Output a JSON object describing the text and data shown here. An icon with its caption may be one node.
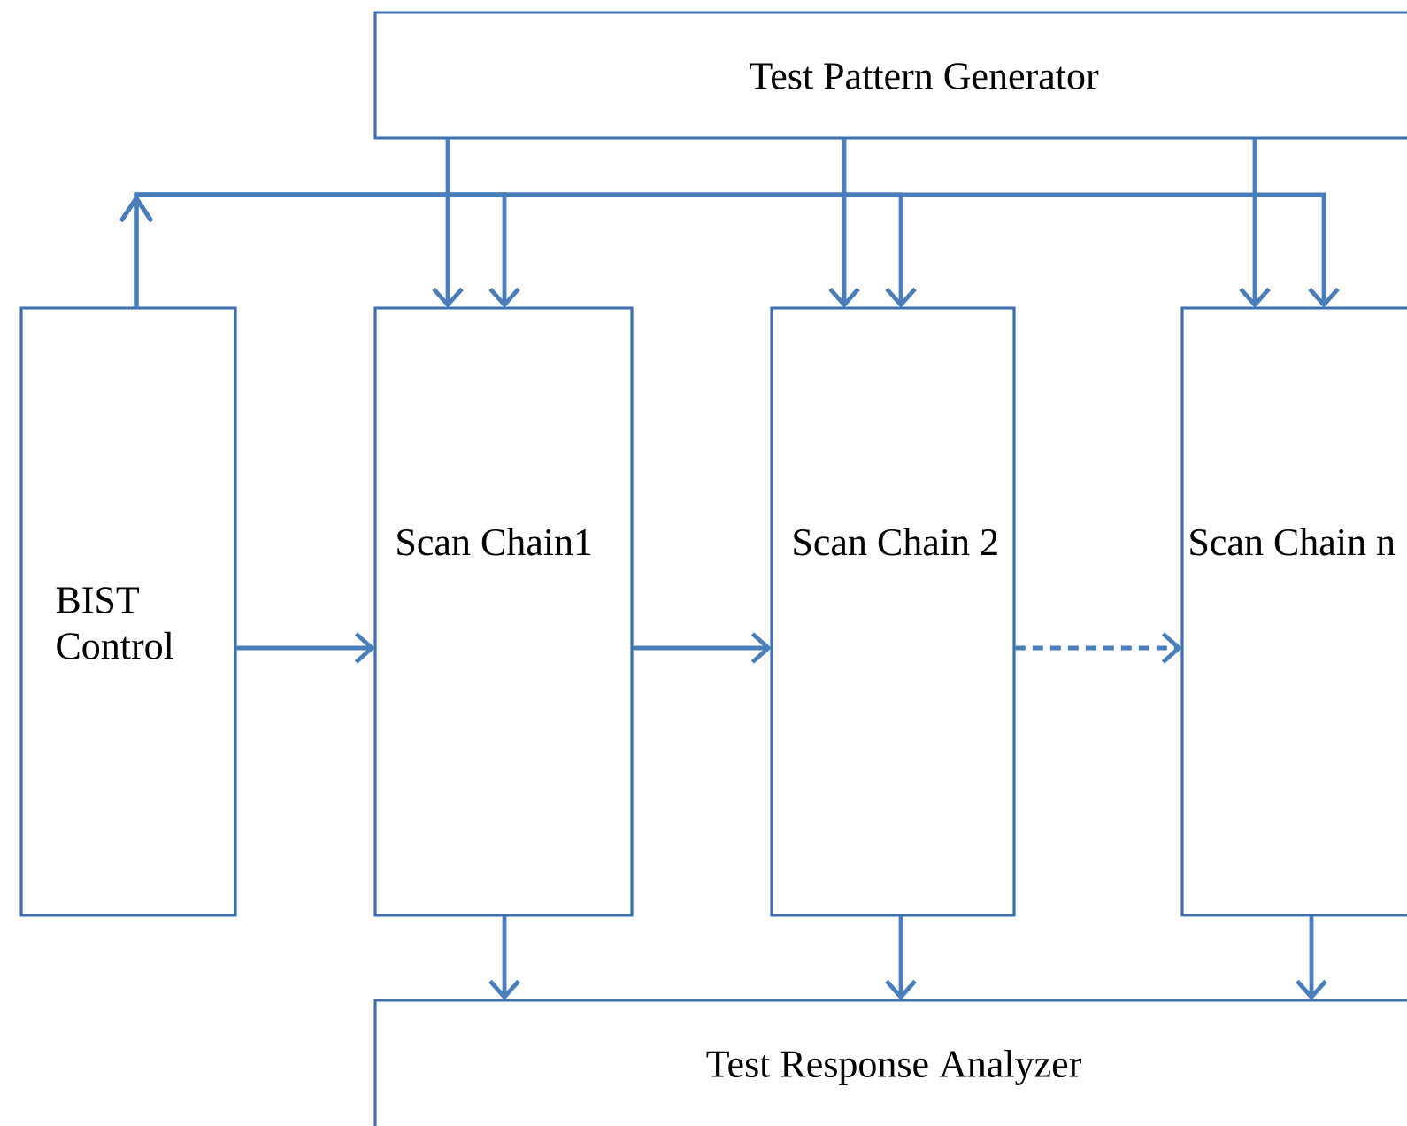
{
  "diagram": {
    "nodes": [
      {
        "text": [
          "Test Pattern Generator"
        ]
      },
      {
        "text": [
          "BIST Control"
        ]
      },
      {
        "text": [
          "Scan Chain1"
        ]
      },
      {
        "text": [
          "Scan Chain 2"
        ]
      },
      {
        "text": [
          "Scan Chain n"
        ]
      },
      {
        "text": [
          "Test Response Analyzer"
        ]
      }
    ],
    "edges": [
      {
        "from": 0,
        "to": 2,
        "arrow": "to"
      },
      {
        "from": 0,
        "to": 3,
        "arrow": "to"
      },
      {
        "from": 0,
        "to": 4,
        "arrow": "to"
      },
      {
        "from": 1,
        "to": 2,
        "arrow": "to"
      },
      {
        "from": 1,
        "to": 3,
        "arrow": "to"
      },
      {
        "from": 1,
        "to": 4,
        "arrow": "to"
      },
      {
        "from": 1,
        "to": 2,
        "arrow": "to"
      },
      {
        "from": 2,
        "to": 3,
        "arrow": "to"
      },
      {
        "from": 3,
        "to": 4,
        "arrow": "to",
        "style": "dashed"
      },
      {
        "from": 2,
        "to": 5,
        "arrow": "to"
      },
      {
        "from": 3,
        "to": 5,
        "arrow": "to"
      },
      {
        "from": 4,
        "to": 5,
        "arrow": "to"
      }
    ]
  }
}
